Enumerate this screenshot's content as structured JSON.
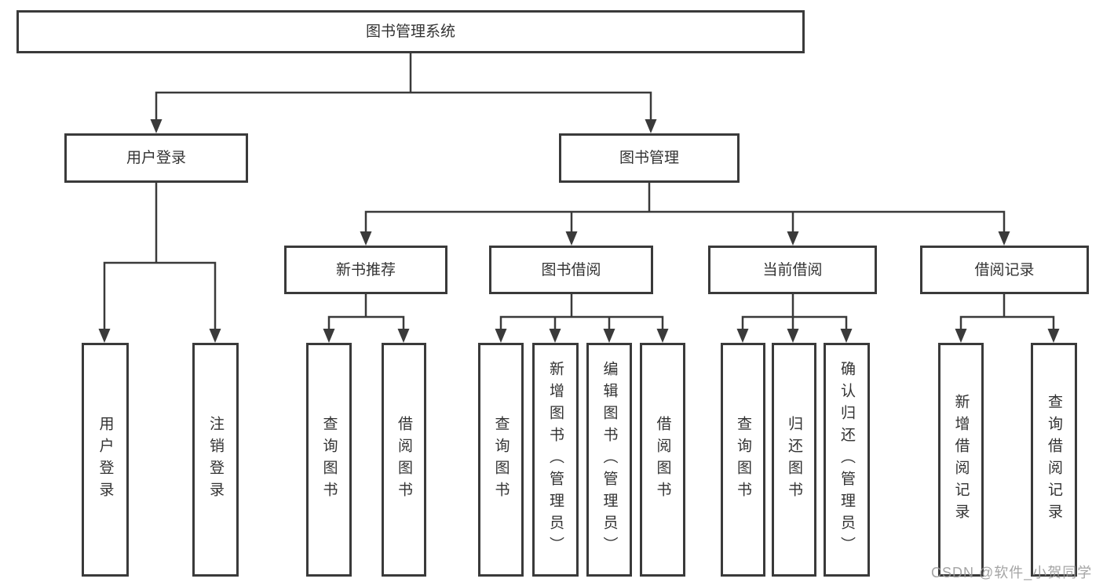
{
  "diagram_title": "图书管理系统",
  "colors": {
    "line": "#3a3a3a",
    "box_border": "#3a3a3a",
    "box_background": "#ffffff",
    "text": "#333333",
    "watermark": "#9a9a9a"
  },
  "nodes": {
    "root": "图书管理系统",
    "l2_user_login": "用户登录",
    "l2_book_mgmt": "图书管理",
    "l3_new_book_rec": "新书推荐",
    "l3_book_borrow": "图书借阅",
    "l3_current_borrow": "当前借阅",
    "l3_borrow_record": "借阅记录",
    "leaf_user_login": "用户登录",
    "leaf_logout": "注销登录",
    "leaf_nbr_query_book": "查询图书",
    "leaf_nbr_borrow_book": "借阅图书",
    "leaf_bb_query_book": "查询图书",
    "leaf_bb_add_book": "新增图书（管理员）",
    "leaf_bb_edit_book": "编辑图书（管理员）",
    "leaf_bb_borrow_book": "借阅图书",
    "leaf_cb_query_book": "查询图书",
    "leaf_cb_return_book": "归还图书",
    "leaf_cb_confirm_return": "确认归还（管理员）",
    "leaf_br_add_record": "新增借阅记录",
    "leaf_br_query_record": "查询借阅记录"
  },
  "watermark": "CSDN @软件_小贺同学"
}
